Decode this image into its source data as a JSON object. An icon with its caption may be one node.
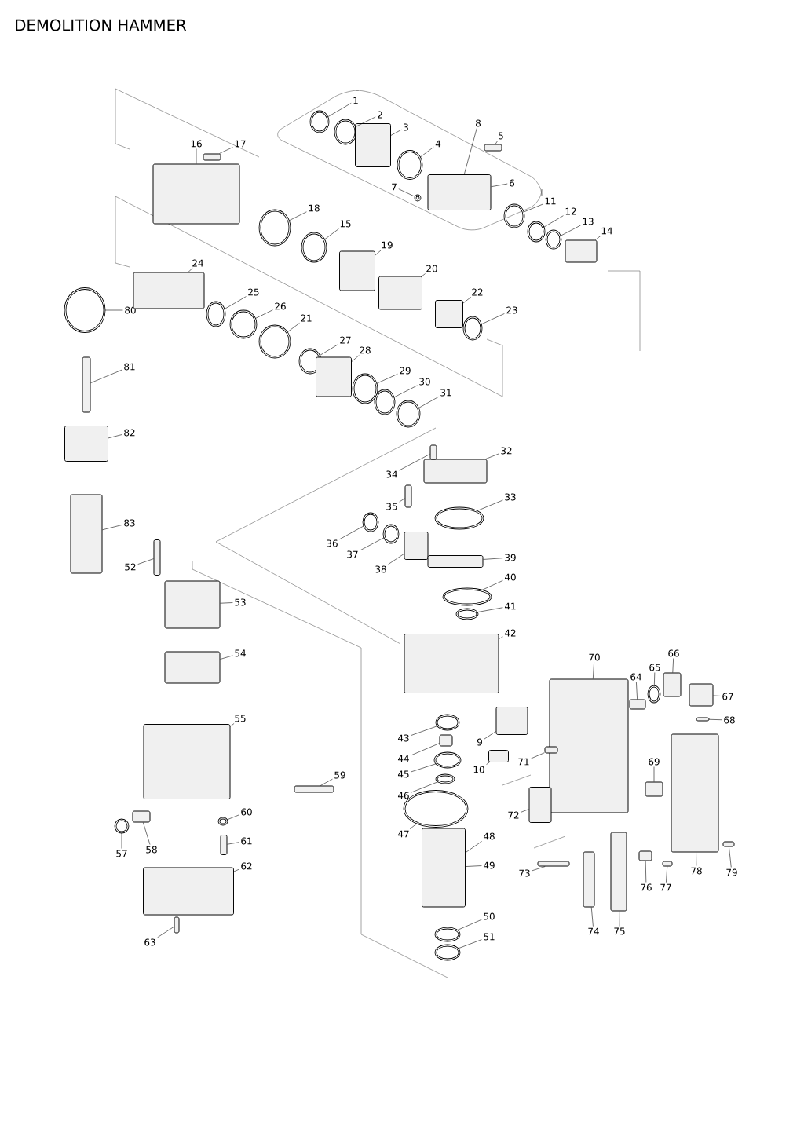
{
  "diagram": {
    "title": "DEMOLITION HAMMER",
    "nodes": [
      {
        "text": [
          "1"
        ]
      },
      {
        "text": [
          "2"
        ]
      },
      {
        "text": [
          "3"
        ]
      },
      {
        "text": [
          "4"
        ]
      },
      {
        "text": [
          "5"
        ]
      },
      {
        "text": [
          "8"
        ]
      },
      {
        "text": [
          "6"
        ]
      },
      {
        "text": [
          "7"
        ]
      },
      {
        "text": [
          "11"
        ]
      },
      {
        "text": [
          "12"
        ]
      },
      {
        "text": [
          "13"
        ]
      },
      {
        "text": [
          "14"
        ]
      },
      {
        "text": [
          "16"
        ]
      },
      {
        "text": [
          "17"
        ]
      },
      {
        "text": [
          "18"
        ]
      },
      {
        "text": [
          "15"
        ]
      },
      {
        "text": [
          "19"
        ]
      },
      {
        "text": [
          "24"
        ]
      },
      {
        "text": [
          "20"
        ]
      },
      {
        "text": [
          "25"
        ]
      },
      {
        "text": [
          "26"
        ]
      },
      {
        "text": [
          "21"
        ]
      },
      {
        "text": [
          "22"
        ]
      },
      {
        "text": [
          "23"
        ]
      },
      {
        "text": [
          "27"
        ]
      },
      {
        "text": [
          "28"
        ]
      },
      {
        "text": [
          "29"
        ]
      },
      {
        "text": [
          "30"
        ]
      },
      {
        "text": [
          "31"
        ]
      },
      {
        "text": [
          "80"
        ]
      },
      {
        "text": [
          "81"
        ]
      },
      {
        "text": [
          "82"
        ]
      },
      {
        "text": [
          "83"
        ]
      },
      {
        "text": [
          "32"
        ]
      },
      {
        "text": [
          "34"
        ]
      },
      {
        "text": [
          "35"
        ]
      },
      {
        "text": [
          "33"
        ]
      },
      {
        "text": [
          "36"
        ]
      },
      {
        "text": [
          "37"
        ]
      },
      {
        "text": [
          "38"
        ]
      },
      {
        "text": [
          "39"
        ]
      },
      {
        "text": [
          "40"
        ]
      },
      {
        "text": [
          "41"
        ]
      },
      {
        "text": [
          "42"
        ]
      },
      {
        "text": [
          "52"
        ]
      },
      {
        "text": [
          "53"
        ]
      },
      {
        "text": [
          "54"
        ]
      },
      {
        "text": [
          "55"
        ]
      },
      {
        "text": [
          "59"
        ]
      },
      {
        "text": [
          "60"
        ]
      },
      {
        "text": [
          "61"
        ]
      },
      {
        "text": [
          "57"
        ]
      },
      {
        "text": [
          "58"
        ]
      },
      {
        "text": [
          "62"
        ]
      },
      {
        "text": [
          "63"
        ]
      },
      {
        "text": [
          "43"
        ]
      },
      {
        "text": [
          "9"
        ]
      },
      {
        "text": [
          "44"
        ]
      },
      {
        "text": [
          "45"
        ]
      },
      {
        "text": [
          "10"
        ]
      },
      {
        "text": [
          "46"
        ]
      },
      {
        "text": [
          "47"
        ]
      },
      {
        "text": [
          "48"
        ]
      },
      {
        "text": [
          "49"
        ]
      },
      {
        "text": [
          "50"
        ]
      },
      {
        "text": [
          "51"
        ]
      },
      {
        "text": [
          "70"
        ]
      },
      {
        "text": [
          "66"
        ]
      },
      {
        "text": [
          "65"
        ]
      },
      {
        "text": [
          "64"
        ]
      },
      {
        "text": [
          "67"
        ]
      },
      {
        "text": [
          "68"
        ]
      },
      {
        "text": [
          "71"
        ]
      },
      {
        "text": [
          "69"
        ]
      },
      {
        "text": [
          "72"
        ]
      },
      {
        "text": [
          "78"
        ]
      },
      {
        "text": [
          "79"
        ]
      },
      {
        "text": [
          "73"
        ]
      },
      {
        "text": [
          "74"
        ]
      },
      {
        "text": [
          "75"
        ]
      },
      {
        "text": [
          "76"
        ]
      },
      {
        "text": [
          "77"
        ]
      },
      {
        "text": [],
        "shape": "circle"
      },
      {
        "text": [],
        "shape": "circle"
      },
      {
        "text": [],
        "shape": "box"
      },
      {
        "text": [],
        "shape": "circle"
      },
      {
        "text": [],
        "shape": "box"
      },
      {
        "text": [],
        "shape": "box"
      },
      {
        "text": [],
        "shape": "circle"
      },
      {
        "text": [],
        "shape": "circle"
      },
      {
        "text": [],
        "shape": "circle"
      },
      {
        "text": [],
        "shape": "circle"
      },
      {
        "text": [],
        "shape": "box"
      },
      {
        "text": [],
        "shape": "box"
      },
      {
        "text": [],
        "shape": "box"
      },
      {
        "text": [],
        "shape": "circle"
      },
      {
        "text": [],
        "shape": "circle"
      },
      {
        "text": [],
        "shape": "box"
      },
      {
        "text": [],
        "shape": "box"
      },
      {
        "text": [],
        "shape": "box"
      },
      {
        "text": [],
        "shape": "circle"
      },
      {
        "text": [],
        "shape": "circle"
      },
      {
        "text": [],
        "shape": "circle"
      },
      {
        "text": [],
        "shape": "box"
      },
      {
        "text": [],
        "shape": "circle"
      },
      {
        "text": [],
        "shape": "circle"
      },
      {
        "text": [],
        "shape": "box"
      },
      {
        "text": [],
        "shape": "circle"
      },
      {
        "text": [],
        "shape": "circle"
      },
      {
        "text": [],
        "shape": "circle"
      },
      {
        "text": [],
        "shape": "circle"
      },
      {
        "text": [],
        "shape": "box"
      },
      {
        "text": [],
        "shape": "box"
      },
      {
        "text": [],
        "shape": "box"
      },
      {
        "text": [],
        "shape": "box"
      },
      {
        "text": [],
        "shape": "box"
      },
      {
        "text": [],
        "shape": "box"
      },
      {
        "text": [],
        "shape": "circle"
      },
      {
        "text": [],
        "shape": "circle"
      },
      {
        "text": [],
        "shape": "circle"
      },
      {
        "text": [],
        "shape": "box"
      },
      {
        "text": [],
        "shape": "box"
      },
      {
        "text": [],
        "shape": "circle"
      },
      {
        "text": [],
        "shape": "circle"
      },
      {
        "text": [],
        "shape": "box"
      },
      {
        "text": [],
        "shape": "box"
      },
      {
        "text": [],
        "shape": "box"
      },
      {
        "text": [],
        "shape": "box"
      },
      {
        "text": [],
        "shape": "box"
      },
      {
        "text": [],
        "shape": "box"
      },
      {
        "text": [],
        "shape": "circle"
      },
      {
        "text": [],
        "shape": "box"
      },
      {
        "text": [],
        "shape": "circle"
      },
      {
        "text": [],
        "shape": "box"
      },
      {
        "text": [],
        "shape": "box"
      },
      {
        "text": [],
        "shape": "box"
      },
      {
        "text": [],
        "shape": "circle"
      },
      {
        "text": [],
        "shape": "box"
      },
      {
        "text": [],
        "shape": "box"
      },
      {
        "text": [],
        "shape": "circle"
      },
      {
        "text": [],
        "shape": "box"
      },
      {
        "text": [],
        "shape": "circle"
      },
      {
        "text": [],
        "shape": "circle"
      },
      {
        "text": [],
        "shape": "box"
      },
      {
        "text": [],
        "shape": "circle"
      },
      {
        "text": [],
        "shape": "circle"
      },
      {
        "text": [],
        "shape": "box"
      },
      {
        "text": [],
        "shape": "box"
      },
      {
        "text": [],
        "shape": "circle"
      },
      {
        "text": [],
        "shape": "box"
      },
      {
        "text": [],
        "shape": "box"
      },
      {
        "text": [],
        "shape": "box"
      },
      {
        "text": [],
        "shape": "box"
      },
      {
        "text": [],
        "shape": "box"
      },
      {
        "text": [],
        "shape": "box"
      },
      {
        "text": [],
        "shape": "box"
      },
      {
        "text": [],
        "shape": "box"
      },
      {
        "text": [],
        "shape": "box"
      },
      {
        "text": [],
        "shape": "box"
      },
      {
        "text": [],
        "shape": "box"
      },
      {
        "text": [],
        "shape": "box"
      },
      {
        "text": [],
        "shape": "box"
      }
    ],
    "edges": [
      {
        "from": 0,
        "to": 82,
        "arrow": "none"
      },
      {
        "from": 1,
        "to": 83,
        "arrow": "none"
      },
      {
        "from": 2,
        "to": 84,
        "arrow": "none"
      },
      {
        "from": 3,
        "to": 85,
        "arrow": "none"
      },
      {
        "from": 4,
        "to": 86,
        "arrow": "none"
      },
      {
        "from": 5,
        "to": 87,
        "arrow": "none"
      },
      {
        "from": 6,
        "to": 87,
        "arrow": "none"
      },
      {
        "from": 7,
        "to": 88,
        "arrow": "none"
      },
      {
        "from": 8,
        "to": 89,
        "arrow": "none"
      },
      {
        "from": 9,
        "to": 90,
        "arrow": "none"
      },
      {
        "from": 10,
        "to": 91,
        "arrow": "none"
      },
      {
        "from": 11,
        "to": 92,
        "arrow": "none"
      },
      {
        "from": 12,
        "to": 93,
        "arrow": "none"
      },
      {
        "from": 13,
        "to": 94,
        "arrow": "none"
      },
      {
        "from": 14,
        "to": 95,
        "arrow": "none"
      },
      {
        "from": 15,
        "to": 96,
        "arrow": "none"
      },
      {
        "from": 16,
        "to": 97,
        "arrow": "none"
      },
      {
        "from": 17,
        "to": 98,
        "arrow": "none"
      },
      {
        "from": 18,
        "to": 99,
        "arrow": "none"
      },
      {
        "from": 19,
        "to": 100,
        "arrow": "none"
      },
      {
        "from": 20,
        "to": 101,
        "arrow": "none"
      },
      {
        "from": 21,
        "to": 102,
        "arrow": "none"
      },
      {
        "from": 22,
        "to": 103,
        "arrow": "none"
      },
      {
        "from": 23,
        "to": 104,
        "arrow": "none"
      },
      {
        "from": 24,
        "to": 105,
        "arrow": "none"
      },
      {
        "from": 25,
        "to": 106,
        "arrow": "none"
      },
      {
        "from": 26,
        "to": 107,
        "arrow": "none"
      },
      {
        "from": 27,
        "to": 108,
        "arrow": "none"
      },
      {
        "from": 28,
        "to": 109,
        "arrow": "none"
      },
      {
        "from": 29,
        "to": 110,
        "arrow": "none"
      },
      {
        "from": 30,
        "to": 111,
        "arrow": "none"
      },
      {
        "from": 31,
        "to": 112,
        "arrow": "none"
      },
      {
        "from": 32,
        "to": 113,
        "arrow": "none"
      },
      {
        "from": 33,
        "to": 114,
        "arrow": "none"
      },
      {
        "from": 34,
        "to": 115,
        "arrow": "none"
      },
      {
        "from": 35,
        "to": 116,
        "arrow": "none"
      },
      {
        "from": 36,
        "to": 117,
        "arrow": "none"
      },
      {
        "from": 37,
        "to": 118,
        "arrow": "none"
      },
      {
        "from": 38,
        "to": 119,
        "arrow": "none"
      },
      {
        "from": 39,
        "to": 120,
        "arrow": "none"
      },
      {
        "from": 40,
        "to": 121,
        "arrow": "none"
      },
      {
        "from": 41,
        "to": 122,
        "arrow": "none"
      },
      {
        "from": 42,
        "to": 123,
        "arrow": "none"
      },
      {
        "from": 43,
        "to": 124,
        "arrow": "none"
      },
      {
        "from": 44,
        "to": 125,
        "arrow": "none"
      },
      {
        "from": 45,
        "to": 126,
        "arrow": "none"
      },
      {
        "from": 46,
        "to": 127,
        "arrow": "none"
      },
      {
        "from": 47,
        "to": 128,
        "arrow": "none"
      },
      {
        "from": 48,
        "to": 129,
        "arrow": "none"
      },
      {
        "from": 49,
        "to": 130,
        "arrow": "none"
      },
      {
        "from": 50,
        "to": 131,
        "arrow": "none"
      },
      {
        "from": 51,
        "to": 132,
        "arrow": "none"
      },
      {
        "from": 52,
        "to": 133,
        "arrow": "none"
      },
      {
        "from": 53,
        "to": 134,
        "arrow": "none"
      },
      {
        "from": 54,
        "to": 135,
        "arrow": "none"
      },
      {
        "from": 55,
        "to": 136,
        "arrow": "none"
      },
      {
        "from": 56,
        "to": 137,
        "arrow": "none"
      },
      {
        "from": 57,
        "to": 138,
        "arrow": "none"
      },
      {
        "from": 58,
        "to": 139,
        "arrow": "none"
      },
      {
        "from": 59,
        "to": 140,
        "arrow": "none"
      },
      {
        "from": 60,
        "to": 141,
        "arrow": "none"
      },
      {
        "from": 61,
        "to": 142,
        "arrow": "none"
      },
      {
        "from": 62,
        "to": 143,
        "arrow": "none"
      },
      {
        "from": 63,
        "to": 143,
        "arrow": "none"
      },
      {
        "from": 64,
        "to": 144,
        "arrow": "none"
      },
      {
        "from": 65,
        "to": 145,
        "arrow": "none"
      },
      {
        "from": 66,
        "to": 146,
        "arrow": "none"
      },
      {
        "from": 67,
        "to": 147,
        "arrow": "none"
      },
      {
        "from": 68,
        "to": 148,
        "arrow": "none"
      },
      {
        "from": 69,
        "to": 149,
        "arrow": "none"
      },
      {
        "from": 70,
        "to": 150,
        "arrow": "none"
      },
      {
        "from": 71,
        "to": 151,
        "arrow": "none"
      },
      {
        "from": 72,
        "to": 152,
        "arrow": "none"
      },
      {
        "from": 73,
        "to": 153,
        "arrow": "none"
      },
      {
        "from": 74,
        "to": 154,
        "arrow": "none"
      },
      {
        "from": 75,
        "to": 155,
        "arrow": "none"
      },
      {
        "from": 76,
        "to": 156,
        "arrow": "none"
      },
      {
        "from": 77,
        "to": 157,
        "arrow": "none"
      },
      {
        "from": 78,
        "to": 158,
        "arrow": "none"
      },
      {
        "from": 79,
        "to": 159,
        "arrow": "none"
      },
      {
        "from": 80,
        "to": 160,
        "arrow": "none"
      },
      {
        "from": 81,
        "to": 161,
        "arrow": "none"
      }
    ]
  }
}
